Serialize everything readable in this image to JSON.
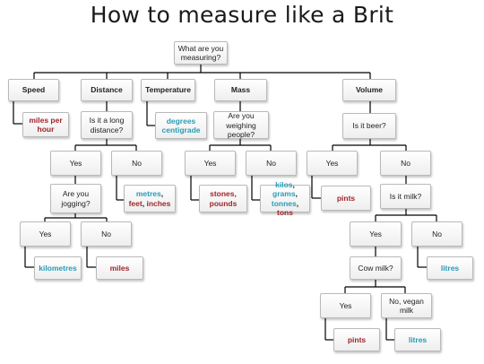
{
  "title": "How to measure like a Brit",
  "colors": {
    "red": "#a0252b",
    "blue": "#2a9bb4",
    "text": "#222222",
    "line": "#000000",
    "box_border": "#b9b9b9"
  },
  "nodes": {
    "root": "What are you measuring?",
    "speed": "Speed",
    "distance": "Distance",
    "temperature": "Temperature",
    "mass": "Mass",
    "volume": "Volume",
    "speed_answer": "miles per hour",
    "long_distance_q": "Is it a long distance?",
    "temperature_answer": "degrees centigrade",
    "weighing_people_q": "Are you weighing people?",
    "beer_q": "Is it beer?",
    "distance_yes": "Yes",
    "distance_no": "No",
    "mass_yes": "Yes",
    "mass_no": "No",
    "beer_yes": "Yes",
    "beer_no": "No",
    "jogging_q": "Are you jogging?",
    "short_distance_answer": [
      {
        "text": "metres",
        "color": "blue"
      },
      {
        "text": ", ",
        "color": "text"
      },
      {
        "text": "feet",
        "color": "red"
      },
      {
        "text": ", ",
        "color": "text"
      },
      {
        "text": "inches",
        "color": "red"
      }
    ],
    "people_answer": "stones, pounds",
    "non_people_answer": [
      {
        "text": "kilos",
        "color": "blue"
      },
      {
        "text": ", ",
        "color": "text"
      },
      {
        "text": "grams",
        "color": "blue"
      },
      {
        "text": ", ",
        "color": "text"
      },
      {
        "text": "tonnes",
        "color": "blue"
      },
      {
        "text": ", ",
        "color": "text"
      },
      {
        "text": "tons",
        "color": "red"
      }
    ],
    "beer_answer": "pints",
    "milk_q": "Is it milk?",
    "jogging_yes": "Yes",
    "jogging_no": "No",
    "milk_yes": "Yes",
    "milk_no": "No",
    "jogging_answer": "kilometres",
    "not_jogging_answer": "miles",
    "cow_milk_q": "Cow milk?",
    "not_milk_answer": "litres",
    "cow_yes": "Yes",
    "vegan_no": "No, vegan milk",
    "cow_answer": "pints",
    "vegan_answer": "litres"
  }
}
